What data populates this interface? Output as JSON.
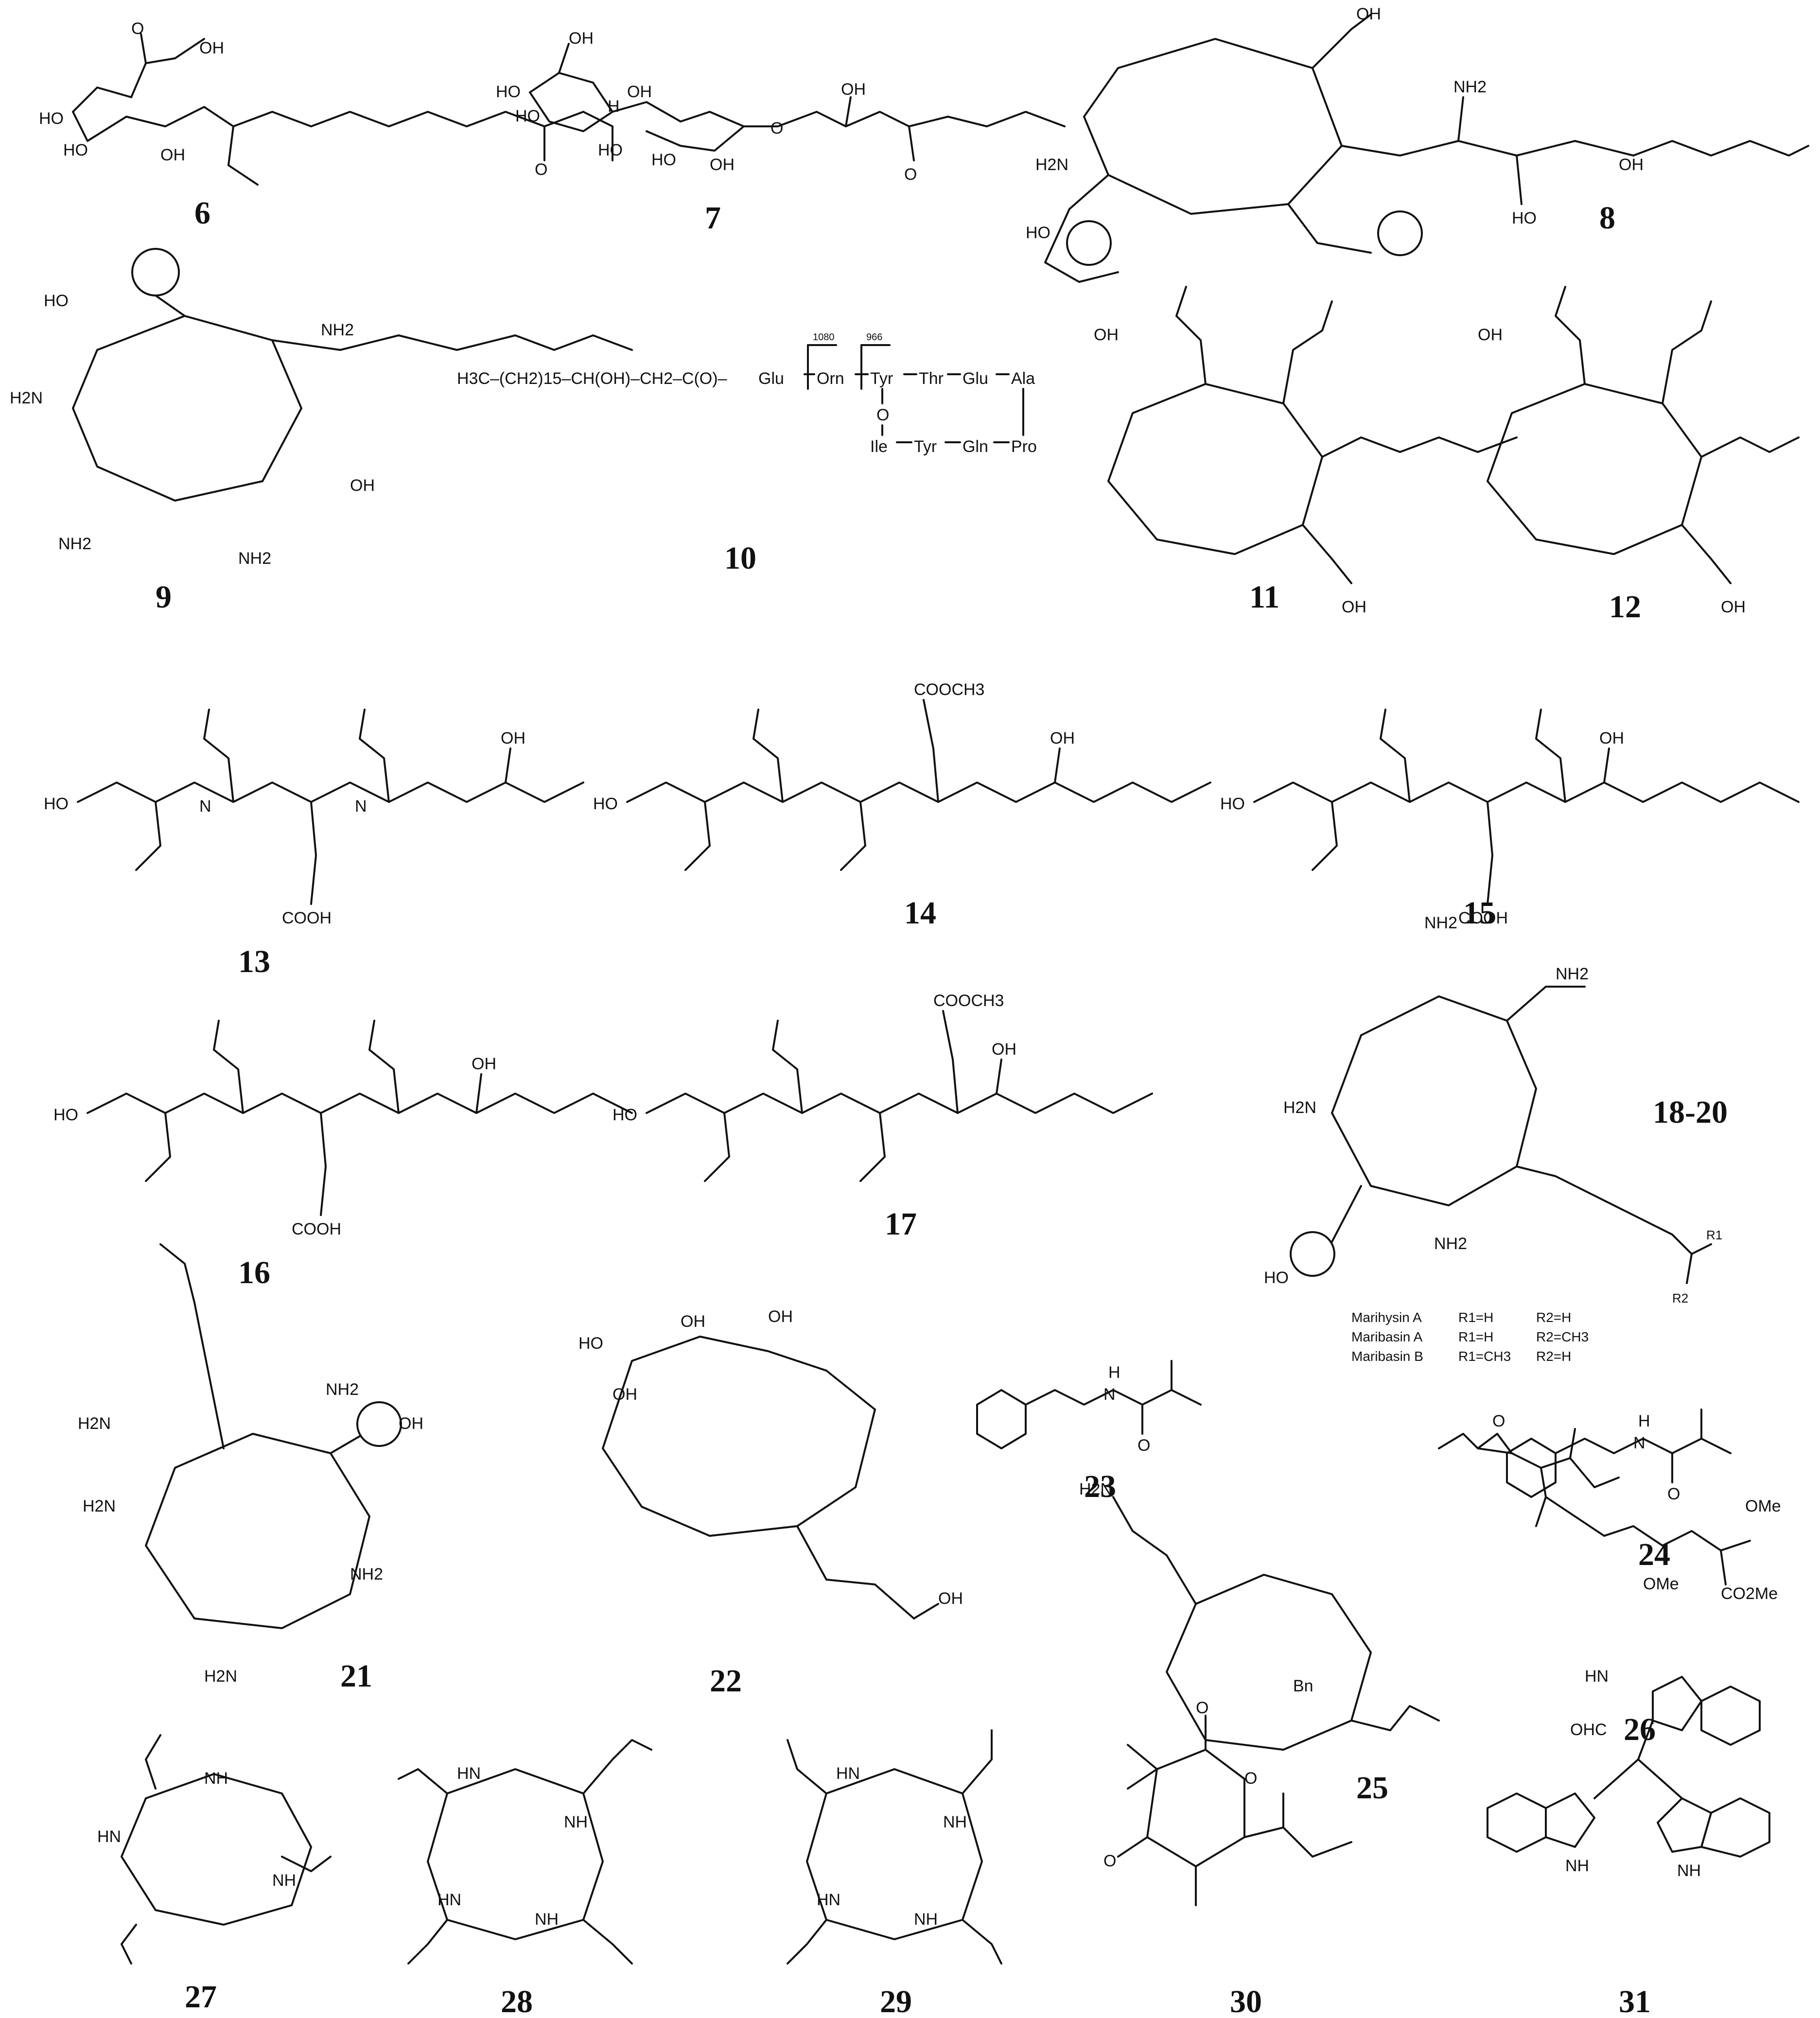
{
  "compounds": [
    {
      "label": "6"
    },
    {
      "label": "7"
    },
    {
      "label": "8"
    },
    {
      "label": "9"
    },
    {
      "label": "10"
    },
    {
      "label": "11"
    },
    {
      "label": "12"
    },
    {
      "label": "13"
    },
    {
      "label": "14"
    },
    {
      "label": "15"
    },
    {
      "label": "16"
    },
    {
      "label": "17"
    },
    {
      "label": "18-20"
    },
    {
      "label": "21"
    },
    {
      "label": "22"
    },
    {
      "label": "23"
    },
    {
      "label": "24"
    },
    {
      "label": "25"
    },
    {
      "label": "26"
    },
    {
      "label": "27"
    },
    {
      "label": "28"
    },
    {
      "label": "29"
    },
    {
      "label": "30"
    },
    {
      "label": "31"
    }
  ],
  "c10": {
    "chain": "H3C–(CH2)15–CH(OH)–CH2–C(O)–",
    "residues_top": [
      "Glu",
      "Orn",
      "Tyr",
      "Thr",
      "Glu",
      "Ala"
    ],
    "residues_bottom": [
      "Ile",
      "Tyr",
      "Gln",
      "Pro"
    ],
    "cleavage_1": "1080",
    "cleavage_2": "966",
    "ester_o": "O"
  },
  "legend_18_20": [
    {
      "name": "Marihysin A",
      "r1": "R1=H",
      "r2": "R2=H"
    },
    {
      "name": "Maribasin A",
      "r1": "R1=H",
      "r2": "R2=CH3"
    },
    {
      "name": "Maribasin B",
      "r1": "R1=CH3",
      "r2": "R2=H"
    }
  ],
  "atoms": {
    "oh": "OH",
    "o": "O",
    "h": "H",
    "n": "N",
    "nh": "NH",
    "hn": "HN",
    "nh2": "NH2",
    "h2n": "H2N",
    "cooh": "COOH",
    "coome": "COOCH3",
    "ome": "OMe",
    "co2me": "CO2Me",
    "bn": "Bn",
    "ho": "HO",
    "ohc": "OHC",
    "r1": "R1",
    "r2": "R2"
  }
}
